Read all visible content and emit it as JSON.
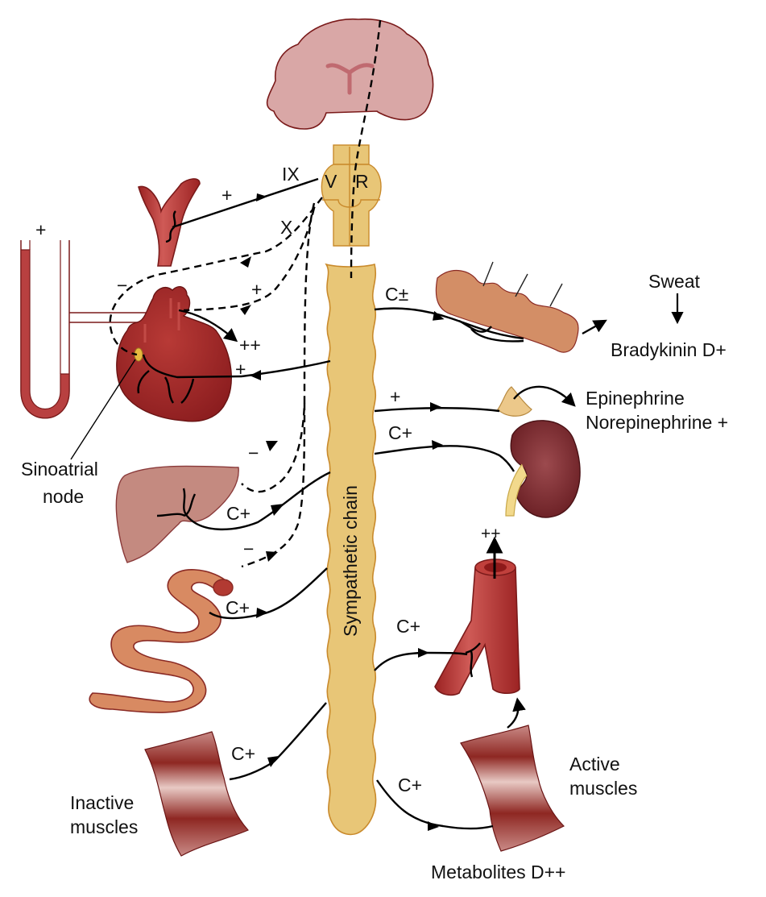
{
  "diagram": {
    "title": "Autonomic control of circulation",
    "colors": {
      "brain": "#d9a7a6",
      "brain_outline": "#9b2a35",
      "chain": "#e8c677",
      "chain_outline": "#c98a2c",
      "vessel": "#b63a3a",
      "heart": "#a8282a",
      "liver": "#c48a80",
      "intestine": "#d88a62",
      "skin": "#d38e66",
      "kidney": "#7b2a2f",
      "adrenal": "#ecc88a",
      "muscle": "#9a2d28"
    },
    "medulla": {
      "left_label": "V",
      "right_label": "R",
      "nerve_ix": "IX",
      "nerve_x": "X"
    },
    "chain_label": "Sympathetic chain",
    "signs": {
      "carotid_plus": "+",
      "manometer_plus": "+",
      "heart_vagal_minus": "−",
      "heart_dashed_plus": "+",
      "heart_output": "++",
      "heart_sympathetic_plus": "+",
      "skin_c": "C±",
      "adrenal_plus": "+",
      "kidney_c": "C+",
      "liver_dashed_minus": "−",
      "liver_c": "C+",
      "gut_dashed_minus": "−",
      "gut_c": "C+",
      "vessel_output": "++",
      "vessel_c": "C+",
      "inactive_c": "C+",
      "active_c": "C+"
    },
    "labels": {
      "sweat": "Sweat",
      "bradykinin": "Bradykinin D+",
      "epinephrine": "Epinephrine",
      "norepinephrine": "Norepinephrine +",
      "sinoatrial_1": "Sinoatrial",
      "sinoatrial_2": "node",
      "inactive_1": "Inactive",
      "inactive_2": "muscles",
      "active_1": "Active",
      "active_2": "muscles",
      "metabolites": "Metabolites D++"
    }
  }
}
